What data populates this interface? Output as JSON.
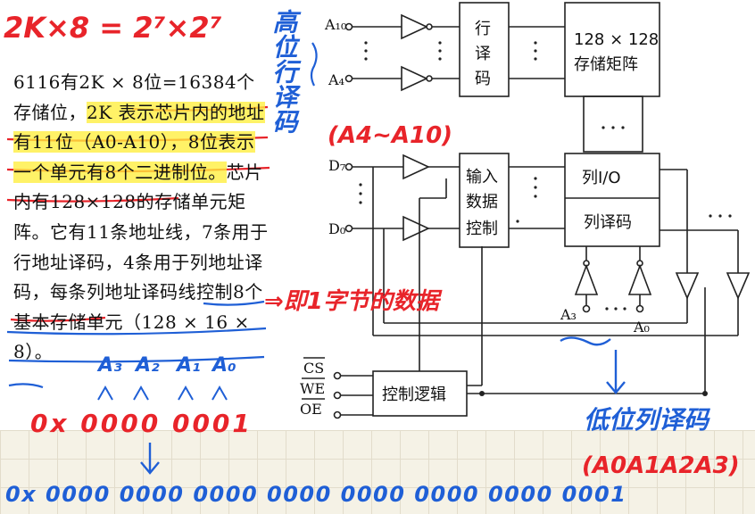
{
  "colors": {
    "ink_red": "#e8242a",
    "ink_blue": "#1f5fd6",
    "highlight": "#ffee3c",
    "line": "#222222"
  },
  "annotation_top": "2K×8 = 2⁷×2⁷",
  "paragraph": {
    "p1": "6116有2K × 8位=16384个存储位，",
    "p2": "2K 表示芯片内的地址有11位（A0-A10），8位表示一个单元有8个二进制位。",
    "p3": "芯片内有128×128的存储单元矩阵。它有11条地址线，7条用于行地址译码，4条用于列地址译码，",
    "p4": "每条列地址译码线控制8个基本存储单元",
    "p5": "（128 × 16 × 8）。"
  },
  "diagram": {
    "row_decoder": [
      "行",
      "译",
      "码"
    ],
    "matrix": [
      "128 × 128",
      "存储矩阵"
    ],
    "input_ctrl": [
      "输入",
      "数据",
      "控制"
    ],
    "col_io": "列I/O",
    "col_decoder": "列译码",
    "control_logic": "控制逻辑",
    "pins": {
      "a10": "A₁₀",
      "a4": "A₄",
      "d7": "D₇",
      "d0": "D₀",
      "a3": "A₃",
      "a0": "A₀",
      "cs": "CS",
      "we": "WE",
      "oe": "OE"
    }
  },
  "notes": {
    "high_row": "高位行译码",
    "range": "(A4~A10)",
    "byte_data": "⇒即1字节的数据",
    "low_col": "低位列译码",
    "low_col_pins": "(A0A1A2A3)",
    "a_labels": [
      "A₃",
      "A₂",
      "A₁",
      "A₀"
    ],
    "hex_short": "0x 0000 0001",
    "hex_long": "0x 0000 0000 0000 0000 0000 0000 0000 0001"
  }
}
